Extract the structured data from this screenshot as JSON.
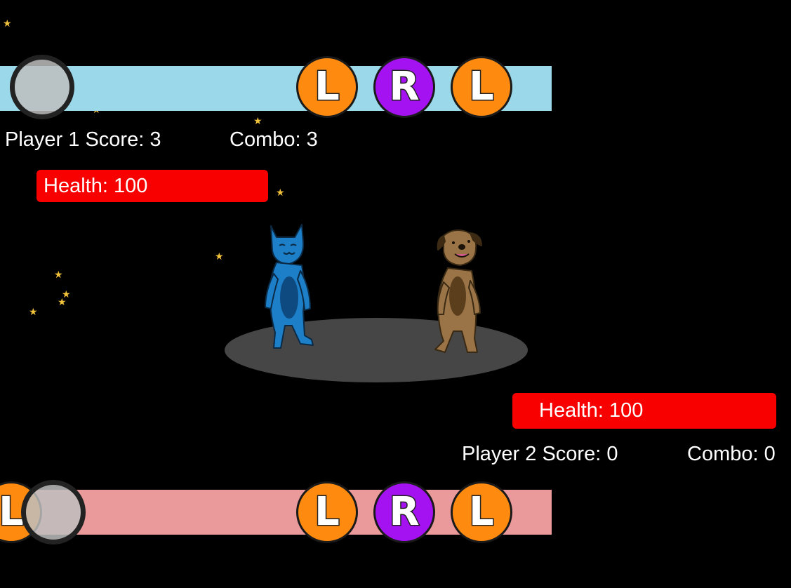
{
  "player1": {
    "score_text": "Player 1 Score: 3",
    "combo_text": "Combo: 3",
    "health_text": "Health: 100",
    "health": 100,
    "lane_color": "#9bd8ea",
    "notes": [
      "L",
      "R",
      "L"
    ]
  },
  "player2": {
    "score_text": "Player 2 Score: 0",
    "combo_text": "Combo: 0",
    "health_text": "Health: 100",
    "health": 100,
    "lane_color": "#eb9a9b",
    "notes": [
      "L",
      "L",
      "R",
      "L"
    ]
  },
  "colors": {
    "note_L": "#ff8a10",
    "note_R": "#a412f2",
    "health_bar": "#f80000",
    "cat": "#1d7fc8",
    "dog": "#9a7447"
  },
  "characters": [
    "cat",
    "dog"
  ]
}
